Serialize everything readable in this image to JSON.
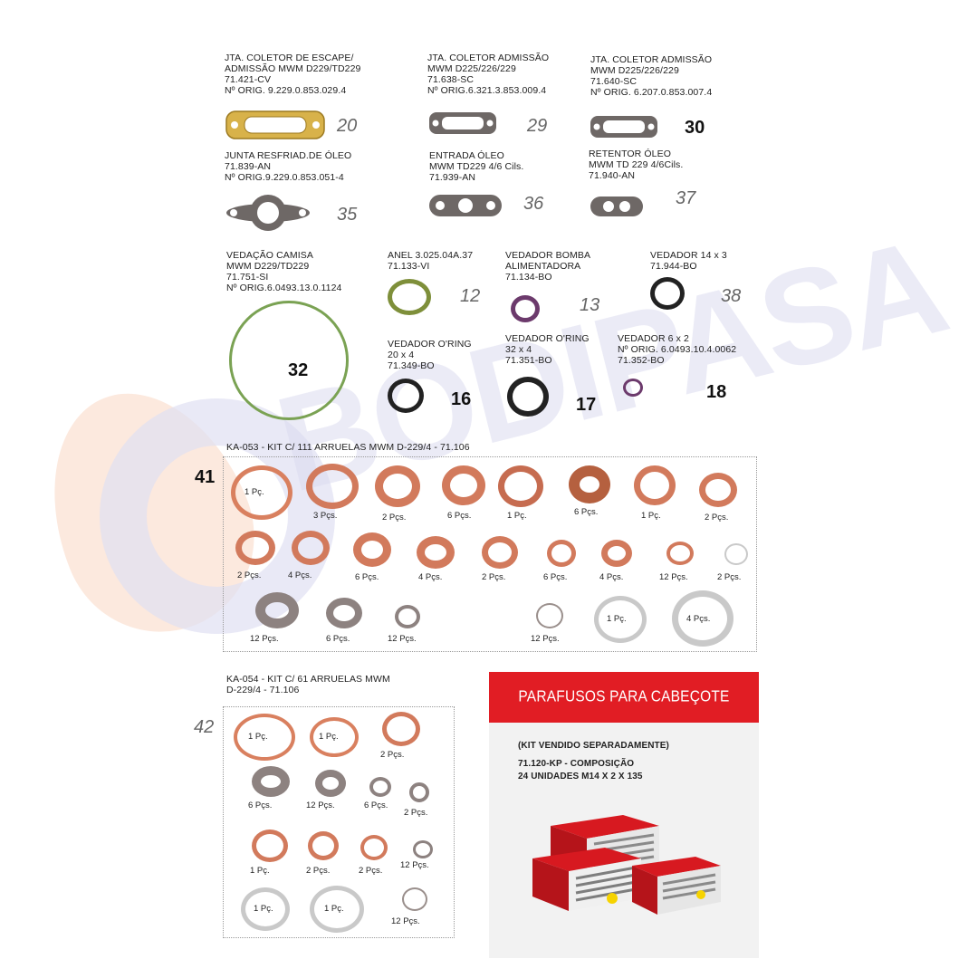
{
  "brand": {
    "watermark": "BODIPASA",
    "accent": "#e11d24",
    "watermark_color": "#dcdcf0"
  },
  "parts": {
    "p20": {
      "lines": "JTA. COLETOR DE ESCAPE/\nADMISSÃO MWM D229/TD229\n71.421-CV\nNº ORIG. 9.229.0.853.029.4",
      "num": "20"
    },
    "p29": {
      "lines": "JTA. COLETOR ADMISSÃO\nMWM D225/226/229\n71.638-SC\nNº ORIG.6.321.3.853.009.4",
      "num": "29"
    },
    "p30": {
      "lines": "JTA. COLETOR ADMISSÃO\nMWM D225/226/229\n71.640-SC\nNº ORIG. 6.207.0.853.007.4",
      "num": "30"
    },
    "p35": {
      "lines": "JUNTA RESFRIAD.DE ÓLEO\n71.839-AN\nNº ORIG.9.229.0.853.051-4",
      "num": "35"
    },
    "p36": {
      "lines": "ENTRADA ÓLEO\nMWM TD229 4/6 Cils.\n71.939-AN",
      "num": "36"
    },
    "p37": {
      "lines": "RETENTOR ÓLEO\nMWM TD 229 4/6Cils.\n71.940-AN",
      "num": "37"
    },
    "p32": {
      "lines": "VEDAÇÃO CAMISA\nMWM D229/TD229\n71.751-SI\nNº ORIG.6.0493.13.0.1124",
      "num": "32"
    },
    "p12": {
      "lines": "ANEL 3.025.04A.37\n71.133-VI",
      "num": "12"
    },
    "p13": {
      "lines": "VEDADOR BOMBA\nALIMENTADORA\n71.134-BO",
      "num": "13"
    },
    "p38": {
      "lines": "VEDADOR 14 x 3\n71.944-BO",
      "num": "38"
    },
    "p16": {
      "lines": "VEDADOR O'RING\n20 x 4\n71.349-BO",
      "num": "16"
    },
    "p17": {
      "lines": "VEDADOR O'RING\n32 x 4\n71.351-BO",
      "num": "17"
    },
    "p18": {
      "lines": "VEDADOR 6 x 2\nNº ORIG. 6.0493.10.4.0062\n71.352-BO",
      "num": "18"
    }
  },
  "kit41": {
    "title": "KA-053 - KIT C/ 111 ARRUELAS MWM D-229/4 - 71.106",
    "num": "41",
    "row1": [
      "1 Pç.",
      "3 Pçs.",
      "2 Pçs.",
      "6 Pçs.",
      "1 Pç.",
      "6 Pçs.",
      "1 Pç.",
      "2 Pçs."
    ],
    "row2": [
      "2 Pçs.",
      "4 Pçs.",
      "6 Pçs.",
      "4 Pçs.",
      "2 Pçs.",
      "6 Pçs.",
      "4 Pçs.",
      "12 Pçs.",
      "2 Pçs."
    ],
    "row3": [
      "12 Pçs.",
      "6 Pçs.",
      "12 Pçs.",
      "12 Pçs.",
      "1 Pç.",
      "4 Pçs."
    ]
  },
  "kit42": {
    "title": "KA-054 - KIT C/ 61 ARRUELAS MWM\nD-229/4 - 71.106",
    "num": "42",
    "q": [
      "1 Pç.",
      "1 Pç.",
      "2 Pçs.",
      "6 Pçs.",
      "12 Pçs.",
      "6 Pçs.",
      "2 Pçs.",
      "1 Pç.",
      "2 Pçs.",
      "2 Pçs.",
      "12 Pçs.",
      "1 Pç.",
      "1 Pç.",
      "12 Pçs."
    ]
  },
  "promo": {
    "header": "PARAFUSOS PARA CABEÇOTE",
    "line1": "(KIT VENDIDO SEPARADAMENTE)",
    "line2": "71.120-KP - COMPOSIÇÃO",
    "line3": "24 UNIDADES M14 X 2 X 135"
  }
}
